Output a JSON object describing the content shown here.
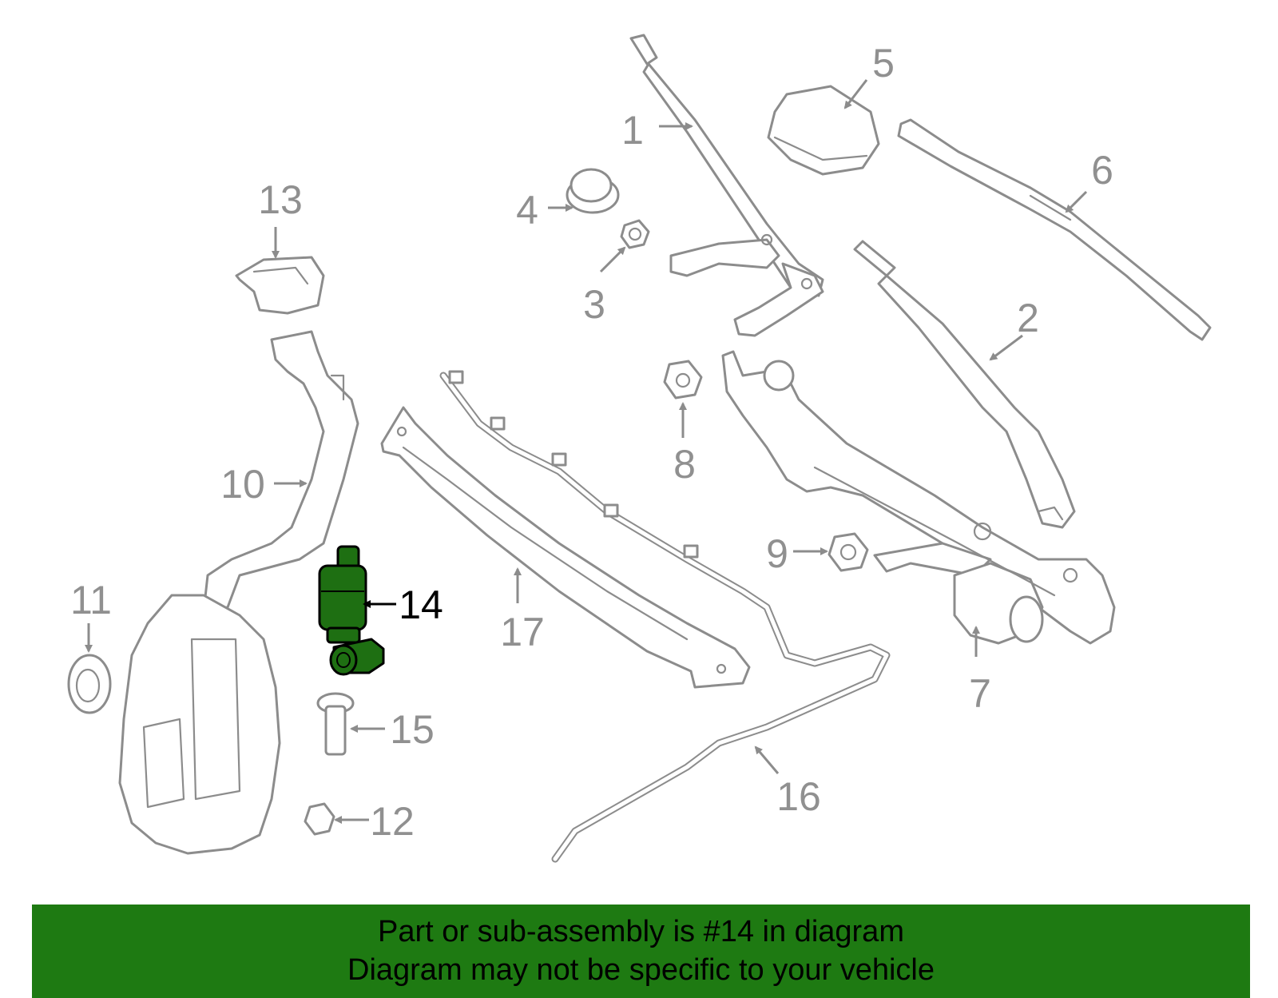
{
  "diagram": {
    "callouts": [
      "1",
      "2",
      "3",
      "4",
      "5",
      "6",
      "7",
      "8",
      "9",
      "10",
      "11",
      "12",
      "13",
      "14",
      "15",
      "16",
      "17"
    ],
    "highlighted_callout": "14",
    "colors": {
      "highlight": "#1e6f12",
      "banner": "#1e7a12",
      "line": "#8c8c8c"
    }
  },
  "banner": {
    "line1": "Part or sub-assembly is #14 in diagram",
    "line2": "Diagram may not be specific to your vehicle"
  }
}
